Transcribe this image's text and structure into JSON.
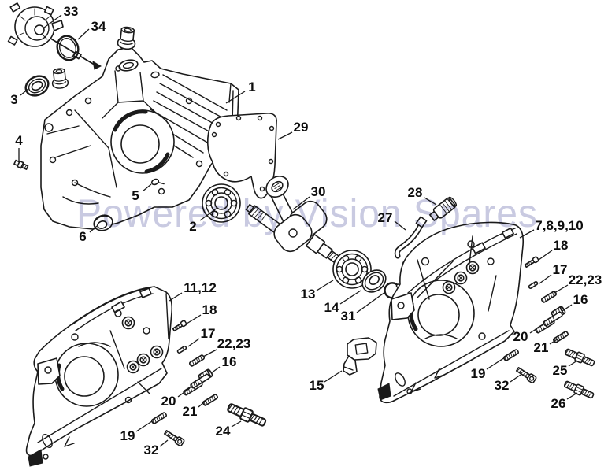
{
  "watermark": {
    "text": "Powered by Vision Spares",
    "color": "#c6c7e0"
  },
  "colors": {
    "line": "#1a1a1a",
    "background": "#ffffff"
  },
  "callouts": [
    {
      "text": "33",
      "label": [
        90,
        14
      ],
      "leader": [
        [
          78,
          19
        ],
        [
          56,
          35
        ]
      ]
    },
    {
      "text": "34",
      "label": [
        125,
        33
      ],
      "leader": [
        [
          113,
          37
        ],
        [
          99,
          50
        ]
      ]
    },
    {
      "text": "3",
      "label": [
        18,
        126
      ],
      "leader": [
        [
          26,
          121
        ],
        [
          37,
          112
        ]
      ]
    },
    {
      "text": "4",
      "label": [
        24,
        178
      ],
      "leader": [
        [
          24,
          188
        ],
        [
          24,
          205
        ]
      ]
    },
    {
      "text": "1",
      "label": [
        320,
        110
      ],
      "leader": [
        [
          311,
          116
        ],
        [
          287,
          131
        ]
      ]
    },
    {
      "text": "29",
      "label": [
        382,
        161
      ],
      "leader": [
        [
          371,
          168
        ],
        [
          353,
          177
        ]
      ]
    },
    {
      "text": "5",
      "label": [
        172,
        248
      ],
      "leader": [
        [
          181,
          243
        ],
        [
          192,
          234
        ]
      ]
    },
    {
      "text": "2",
      "label": [
        245,
        287
      ],
      "leader": [
        [
          254,
          280
        ],
        [
          276,
          264
        ]
      ]
    },
    {
      "text": "6",
      "label": [
        105,
        300
      ],
      "leader": [
        [
          114,
          295
        ],
        [
          123,
          287
        ]
      ]
    },
    {
      "text": "30",
      "label": [
        404,
        243
      ],
      "leader": [
        [
          393,
          250
        ],
        [
          372,
          266
        ]
      ]
    },
    {
      "text": "28",
      "label": [
        527,
        244
      ],
      "leader": [
        [
          539,
          251
        ],
        [
          554,
          260
        ]
      ]
    },
    {
      "text": "27",
      "label": [
        489,
        276
      ],
      "leader": [
        [
          501,
          281
        ],
        [
          515,
          292
        ]
      ]
    },
    {
      "text": "7,8,9,10",
      "label": [
        710,
        286
      ],
      "leader": [
        [
          678,
          292
        ],
        [
          660,
          302
        ]
      ]
    },
    {
      "text": "18",
      "label": [
        712,
        311
      ],
      "leader": [
        [
          701,
          318
        ],
        [
          684,
          330
        ]
      ]
    },
    {
      "text": "17",
      "label": [
        711,
        342
      ],
      "leader": [
        [
          700,
          349
        ],
        [
          685,
          360
        ]
      ]
    },
    {
      "text": "22,23",
      "label": [
        743,
        355
      ],
      "leader": [
        [
          721,
          362
        ],
        [
          704,
          372
        ]
      ]
    },
    {
      "text": "16",
      "label": [
        737,
        380
      ],
      "leader": [
        [
          726,
          387
        ],
        [
          714,
          395
        ]
      ]
    },
    {
      "text": "20",
      "label": [
        661,
        427
      ],
      "leader": [
        [
          673,
          423
        ],
        [
          688,
          413
        ]
      ]
    },
    {
      "text": "21",
      "label": [
        687,
        441
      ],
      "leader": [
        [
          698,
          437
        ],
        [
          709,
          430
        ]
      ]
    },
    {
      "text": "19",
      "label": [
        607,
        474
      ],
      "leader": [
        [
          618,
          469
        ],
        [
          641,
          454
        ]
      ]
    },
    {
      "text": "32",
      "label": [
        637,
        489
      ],
      "leader": [
        [
          648,
          485
        ],
        [
          661,
          476
        ]
      ]
    },
    {
      "text": "25",
      "label": [
        711,
        470
      ],
      "leader": [
        [
          722,
          465
        ],
        [
          733,
          458
        ]
      ]
    },
    {
      "text": "26",
      "label": [
        709,
        512
      ],
      "leader": [
        [
          720,
          507
        ],
        [
          733,
          499
        ]
      ]
    },
    {
      "text": "11,12",
      "label": [
        254,
        365
      ],
      "leader": [
        [
          231,
          372
        ],
        [
          215,
          382
        ]
      ]
    },
    {
      "text": "18",
      "label": [
        266,
        393
      ],
      "leader": [
        [
          255,
          400
        ],
        [
          237,
          411
        ]
      ]
    },
    {
      "text": "17",
      "label": [
        264,
        423
      ],
      "leader": [
        [
          253,
          430
        ],
        [
          239,
          440
        ]
      ]
    },
    {
      "text": "22,23",
      "label": [
        297,
        436
      ],
      "leader": [
        [
          275,
          444
        ],
        [
          258,
          453
        ]
      ]
    },
    {
      "text": "16",
      "label": [
        291,
        459
      ],
      "leader": [
        [
          279,
          466
        ],
        [
          268,
          474
        ]
      ]
    },
    {
      "text": "20",
      "label": [
        214,
        509
      ],
      "leader": [
        [
          226,
          504
        ],
        [
          241,
          493
        ]
      ]
    },
    {
      "text": "21",
      "label": [
        241,
        522
      ],
      "leader": [
        [
          252,
          517
        ],
        [
          261,
          509
        ]
      ]
    },
    {
      "text": "19",
      "label": [
        162,
        553
      ],
      "leader": [
        [
          173,
          548
        ],
        [
          193,
          535
        ]
      ]
    },
    {
      "text": "32",
      "label": [
        192,
        571
      ],
      "leader": [
        [
          203,
          567
        ],
        [
          213,
          559
        ]
      ]
    },
    {
      "text": "24",
      "label": [
        283,
        547
      ],
      "leader": [
        [
          294,
          542
        ],
        [
          306,
          535
        ]
      ]
    },
    {
      "text": "13",
      "label": [
        391,
        373
      ],
      "leader": [
        [
          402,
          369
        ],
        [
          423,
          356
        ]
      ]
    },
    {
      "text": "14",
      "label": [
        421,
        390
      ],
      "leader": [
        [
          432,
          386
        ],
        [
          458,
          369
        ]
      ]
    },
    {
      "text": "31",
      "label": [
        442,
        401
      ],
      "leader": [
        [
          453,
          397
        ],
        [
          489,
          371
        ]
      ]
    },
    {
      "text": "15",
      "label": [
        402,
        489
      ],
      "leader": [
        [
          412,
          485
        ],
        [
          434,
          471
        ]
      ]
    }
  ]
}
